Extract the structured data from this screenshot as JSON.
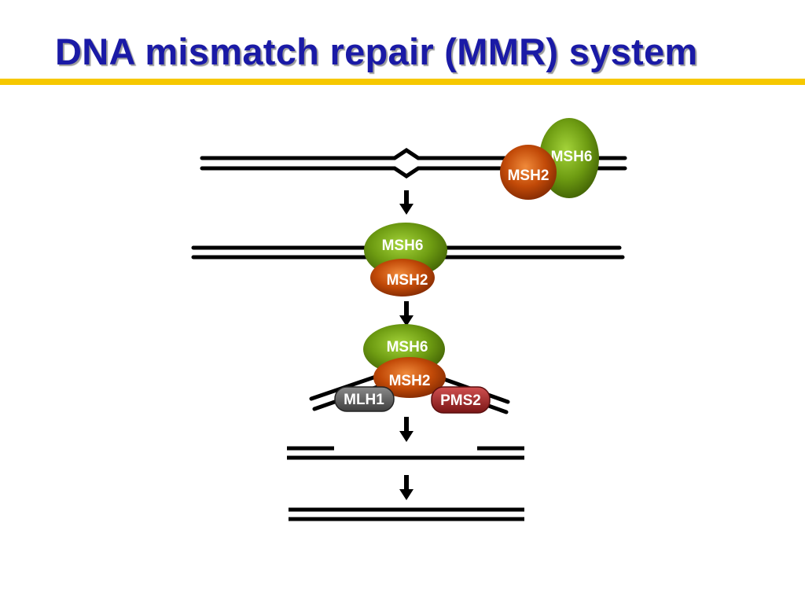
{
  "title": "DNA mismatch repair (MMR) system",
  "colors": {
    "title": "#1a1aa6",
    "rule": "#f6c800",
    "msh6": "#6a9a10",
    "msh2": "#c04a08",
    "mlh1": "#555555",
    "pms2": "#a82a2a"
  },
  "proteins": {
    "msh6": "MSH6",
    "msh2": "MSH2",
    "mlh1": "MLH1",
    "pms2": "PMS2"
  }
}
